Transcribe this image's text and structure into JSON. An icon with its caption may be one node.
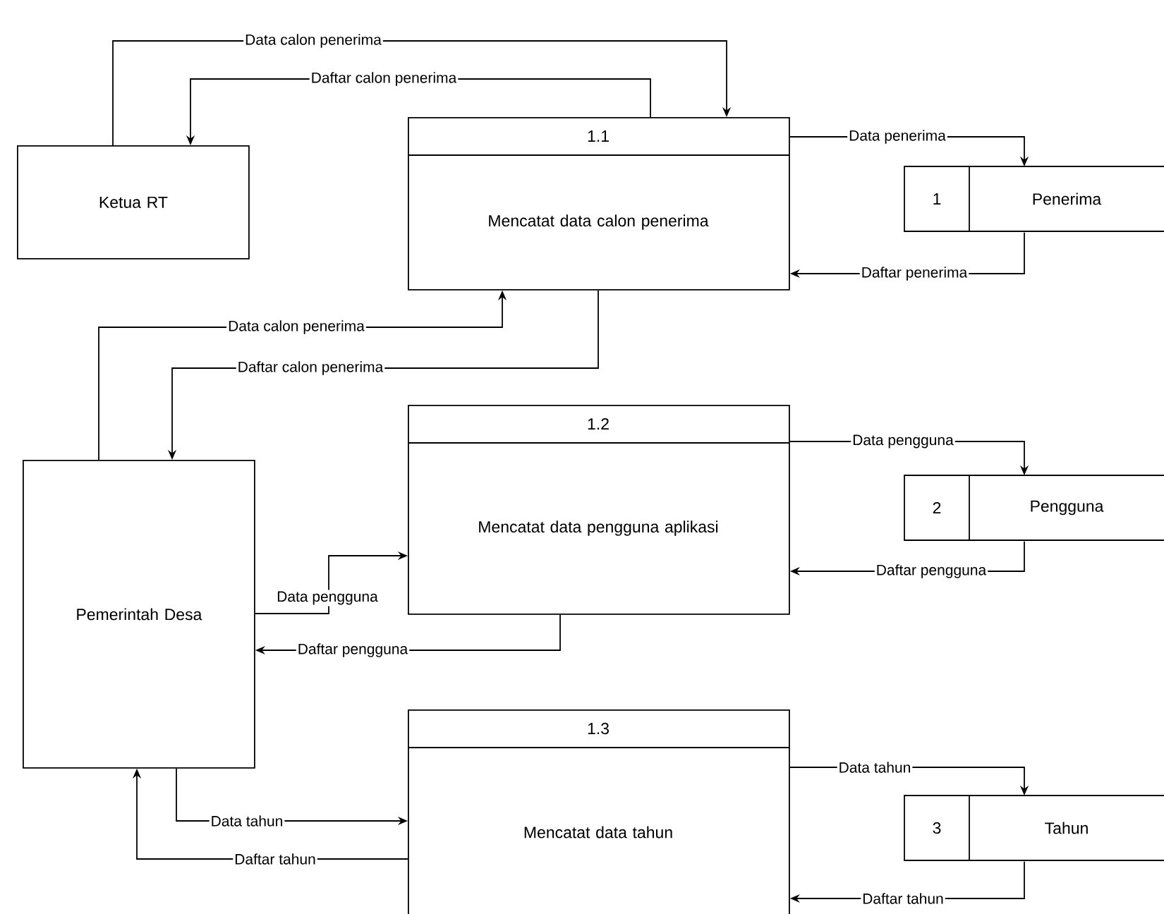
{
  "diagram": {
    "nodes": [
      {
        "text": [
          "Ketua RT"
        ]
      },
      {
        "text": [
          "1.1",
          "Mencatat data calon penerima"
        ]
      },
      {
        "text": [
          "1",
          "Penerima"
        ]
      },
      {
        "text": [
          "Pemerintah Desa"
        ]
      },
      {
        "text": [
          "1.2",
          "Mencatat data pengguna aplikasi"
        ]
      },
      {
        "text": [
          "2",
          "Pengguna"
        ]
      },
      {
        "text": [
          "1.3",
          "Mencatat data tahun"
        ]
      },
      {
        "text": [
          "3",
          "Tahun"
        ]
      }
    ],
    "edges": [
      {
        "from": 0,
        "to": 1,
        "arrow": "to",
        "label": "Data calon penerima"
      },
      {
        "from": 1,
        "to": 0,
        "arrow": "to",
        "label": "Daftar calon penerima"
      },
      {
        "from": 1,
        "to": 2,
        "arrow": "to",
        "label": "Data penerima"
      },
      {
        "from": 2,
        "to": 1,
        "arrow": "to",
        "label": "Daftar penerima"
      },
      {
        "from": 3,
        "to": 1,
        "arrow": "to",
        "label": "Data calon penerima"
      },
      {
        "from": 1,
        "to": 3,
        "arrow": "to",
        "label": "Daftar calon penerima"
      },
      {
        "from": 4,
        "to": 5,
        "arrow": "to",
        "label": "Data pengguna"
      },
      {
        "from": 5,
        "to": 4,
        "arrow": "to",
        "label": "Daftar pengguna"
      },
      {
        "from": 3,
        "to": 4,
        "arrow": "to",
        "label": "Data pengguna"
      },
      {
        "from": 4,
        "to": 3,
        "arrow": "to",
        "label": "Daftar pengguna"
      },
      {
        "from": 3,
        "to": 6,
        "arrow": "to",
        "label": "Data tahun"
      },
      {
        "from": 6,
        "to": 3,
        "arrow": "to",
        "label": "Daftar tahun"
      },
      {
        "from": 6,
        "to": 7,
        "arrow": "to",
        "label": "Data tahun"
      },
      {
        "from": 7,
        "to": 6,
        "arrow": "to",
        "label": "Daftar tahun"
      }
    ]
  }
}
